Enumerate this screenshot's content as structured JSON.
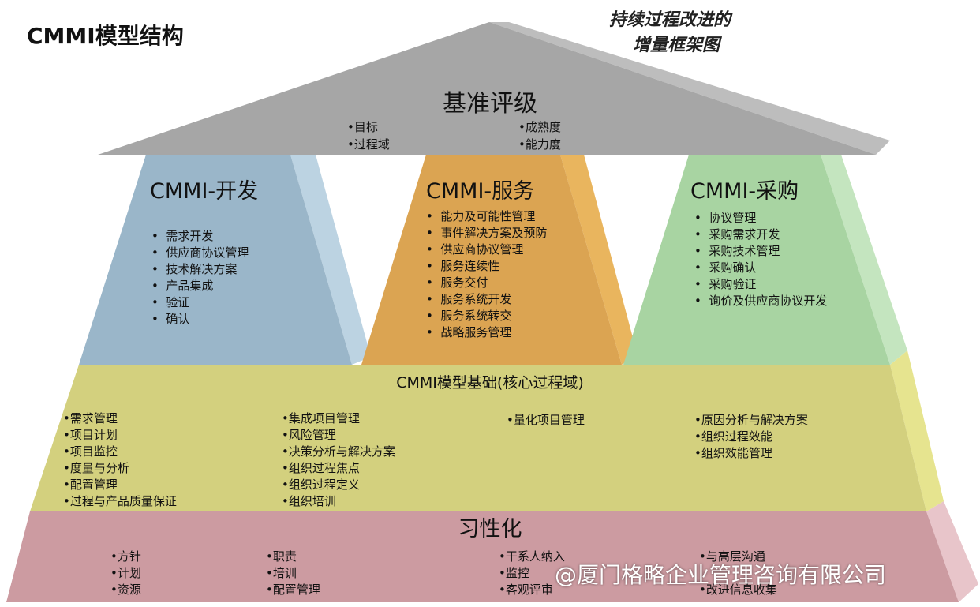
{
  "title": "CMMI模型结构",
  "subtitle": [
    "持续过程改进的",
    "增量框架图"
  ],
  "roof": {
    "title": "基准评级",
    "left_items": [
      "•目标",
      "•过程域"
    ],
    "right_items": [
      "•成熟度",
      "•能力度"
    ]
  },
  "pillars": [
    {
      "title": "CMMI-开发",
      "items": [
        "需求开发",
        "供应商协议管理",
        "技术解决方案",
        "产品集成",
        "验证",
        "确认"
      ]
    },
    {
      "title": "CMMI-服务",
      "items": [
        "能力及可能性管理",
        "事件解决方案及预防",
        "供应商协议管理",
        "服务连续性",
        "服务交付",
        "服务系统开发",
        "服务系统转交",
        "战略服务管理"
      ]
    },
    {
      "title": "CMMI-采购",
      "items": [
        "协议管理",
        "采购需求开发",
        "采购技术管理",
        "采购确认",
        "采购验证",
        "询价及供应商协议开发"
      ]
    }
  ],
  "base": {
    "title": "CMMI模型基础(核心过程域)",
    "columns": [
      [
        "•需求管理",
        "•项目计划",
        "•项目监控",
        "•度量与分析",
        "•配置管理",
        "•过程与产品质量保证"
      ],
      [
        "•集成项目管理",
        "•风险管理",
        "•决策分析与解决方案",
        "•组织过程焦点",
        "•组织过程定义",
        "•组织培训"
      ],
      [
        "•量化项目管理"
      ],
      [
        "•原因分析与解决方案",
        "•组织过程效能",
        "•组织效能管理"
      ]
    ]
  },
  "floor": {
    "title": "习性化",
    "columns": [
      [
        "•方针",
        "•计划",
        "•资源"
      ],
      [
        "•职责",
        "•培训",
        "•配置管理"
      ],
      [
        "•干系人纳入",
        "•监控",
        "•客观评审"
      ],
      [
        "•与高层沟通",
        "",
        "•改进信息收集"
      ]
    ]
  },
  "watermark": "@厦门格略企业管理咨询有限公司",
  "colors": {
    "roof": "#a6a6a6",
    "pillar_dev": "#9ab6c9",
    "pillar_service": "#dba452",
    "pillar_acq": "#a8d4a2",
    "base": "#d3d07e",
    "floor": "#cc9ba1"
  }
}
